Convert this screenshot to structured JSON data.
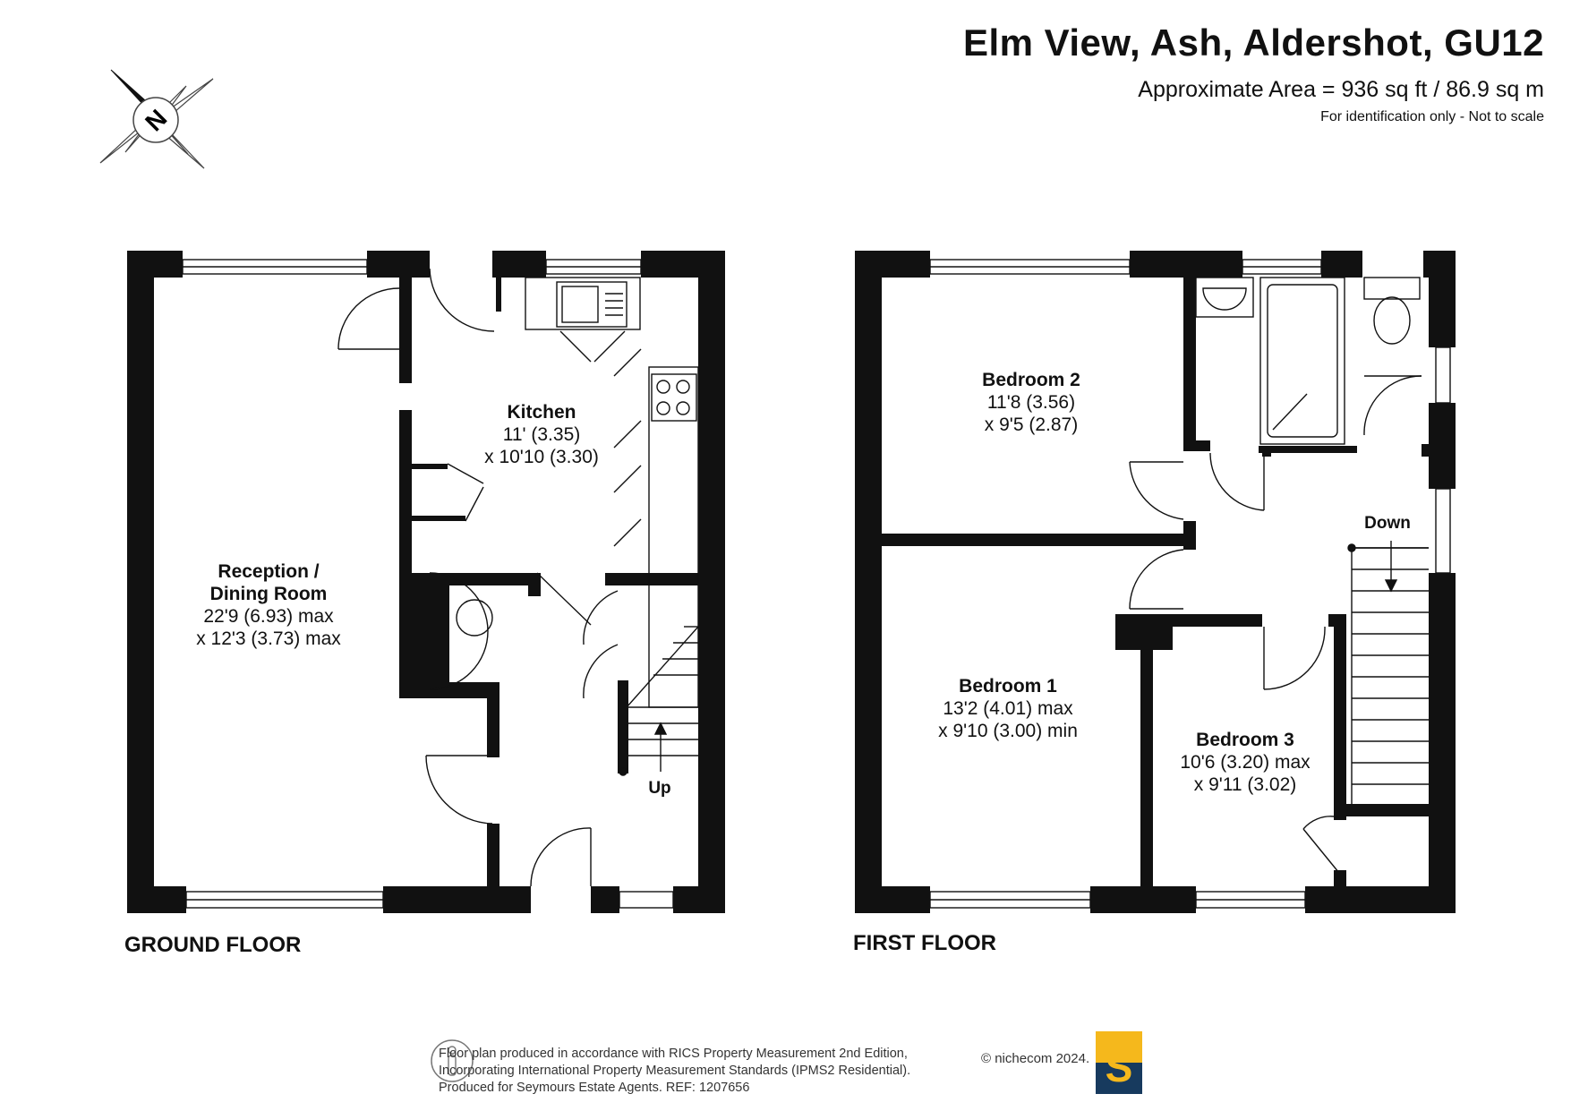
{
  "header": {
    "title": "Elm View, Ash, Aldershot, GU12",
    "area": "Approximate Area = 936 sq ft / 86.9 sq m",
    "disclaimer": "For identification only - Not to scale",
    "compass_letter": "N"
  },
  "floors": {
    "ground_label": "GROUND FLOOR",
    "first_label": "FIRST FLOOR"
  },
  "rooms": {
    "kitchen": {
      "name": "Kitchen",
      "dim1": "11' (3.35)",
      "dim2": "x 10'10 (3.30)"
    },
    "reception": {
      "name1": "Reception /",
      "name2": "Dining Room",
      "dim1": "22'9 (6.93) max",
      "dim2": "x 12'3 (3.73) max"
    },
    "bedroom2": {
      "name": "Bedroom 2",
      "dim1": "11'8 (3.56)",
      "dim2": "x 9'5 (2.87)"
    },
    "bedroom1": {
      "name": "Bedroom 1",
      "dim1": "13'2 (4.01) max",
      "dim2": "x 9'10 (3.00) min"
    },
    "bedroom3": {
      "name": "Bedroom 3",
      "dim1": "10'6 (3.20) max",
      "dim2": "x 9'11 (3.02)"
    }
  },
  "stairs": {
    "up_label": "Up",
    "down_label": "Down"
  },
  "footer": {
    "line1": "Floor plan produced in accordance with RICS Property Measurement 2nd Edition,",
    "line2": "Incorporating International Property Measurement Standards (IPMS2 Residential).",
    "line3": "Produced for Seymours Estate Agents.   REF: 1207656",
    "brand": "© nichecom 2024.",
    "logo_letter": "S"
  },
  "colors": {
    "wall": "#111111",
    "logo_yellow": "#f5b81c",
    "logo_navy": "#173a5e"
  }
}
